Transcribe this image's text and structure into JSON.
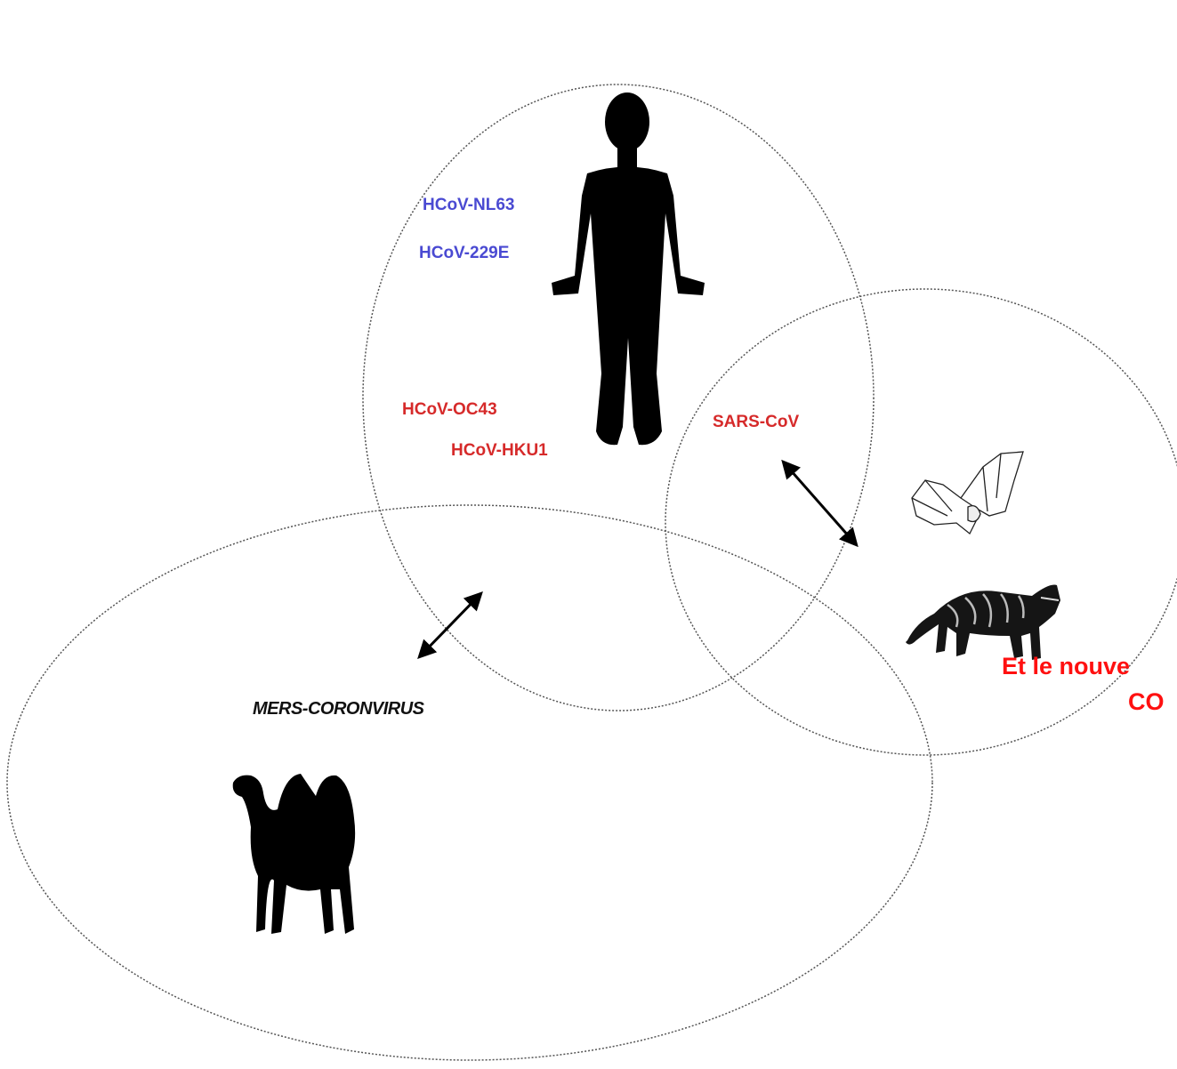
{
  "labels": {
    "nl63": "HCoV-NL63",
    "e229": "HCoV-229E",
    "oc43": "HCoV-OC43",
    "hku1": "HCoV-HKU1",
    "sars": "SARS-CoV",
    "mers": "MERS-CORONVIRUS"
  },
  "footer": {
    "line1": "Et le nouve",
    "line2": "CO"
  },
  "colors": {
    "blue_label": "#4a4ad2",
    "red_label": "#d62a2a",
    "footer_text": "#ff1010",
    "silhouette": "#000000",
    "circle_stroke": "#444444"
  },
  "icons": [
    "human-silhouette-icon",
    "bat-icon",
    "civet-icon",
    "camel-silhouette-icon",
    "double-arrow-icon"
  ]
}
